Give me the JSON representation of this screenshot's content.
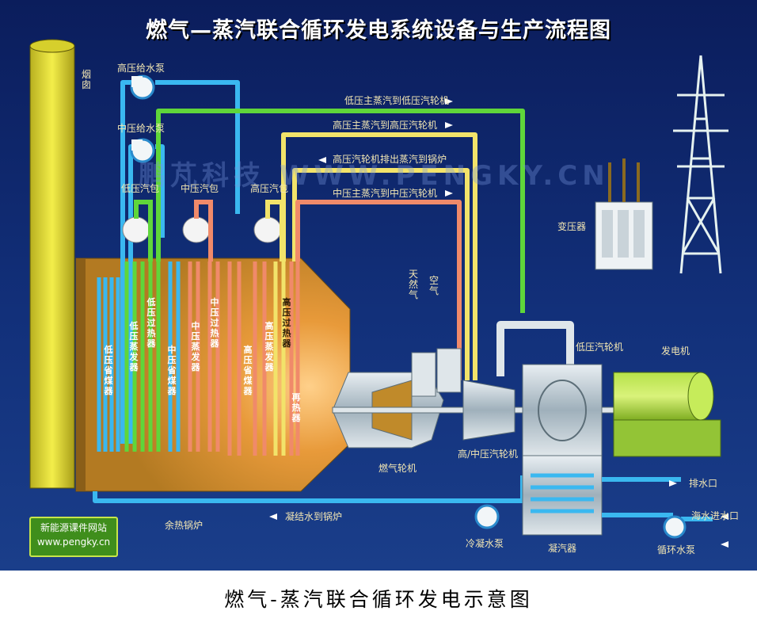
{
  "title": "燃气—蒸汽联合循环发电系统设备与生产流程图",
  "caption": "燃气-蒸汽联合循环发电示意图",
  "watermark": "鹏芃科技 WWW.PENGKY.CN",
  "site_badge": {
    "line1": "新能源课件网站",
    "line2": "www.pengky.cn"
  },
  "labels": {
    "chimney": "烟囱",
    "hp_feed_pump": "高压给水泵",
    "mp_feed_pump": "中压给水泵",
    "lp_drum": "低压汽包",
    "mp_drum": "中压汽包",
    "hp_drum": "高压汽包",
    "flow_lp_main": "低压主蒸汽到低压汽轮机",
    "flow_hp_main": "高压主蒸汽到高压汽轮机",
    "flow_hp_exhaust": "高压汽轮机排出蒸汽到锅炉",
    "flow_mp_main": "中压主蒸汽到中压汽轮机",
    "natural_gas": "天然气",
    "air": "空气",
    "transformer": "变压器",
    "lp_turbine": "低压汽轮机",
    "generator": "发电机",
    "gas_turbine": "燃气轮机",
    "hmp_turbine": "高/中压汽轮机",
    "hrsg": "余热锅炉",
    "condensate_flow": "凝结水到锅炉",
    "condensate_pump": "冷凝水泵",
    "condenser": "凝汽器",
    "drain_outlet": "排水口",
    "seawater_inlet": "海水进水口",
    "circ_pump": "循环水泵"
  },
  "coils": {
    "lp_economizer": "低压省煤器",
    "lp_evaporator": "低压蒸发器",
    "lp_superheater": "低压过热器",
    "mp_economizer": "中压省煤器",
    "mp_evaporator": "中压蒸发器",
    "mp_superheater": "中压过热器",
    "hp_economizer": "高压省煤器",
    "hp_evaporator": "高压蒸发器",
    "hp_superheater": "高压过热器",
    "reheater": "再热器"
  },
  "colors": {
    "background": "#12307a",
    "water_pipe": "#3ab8f0",
    "lp_steam": "#5fd63a",
    "mp_steam": "#f08a6a",
    "hp_steam": "#f2e36a",
    "hrsg_body": "#c08a2a",
    "chimney": "#e8e23a"
  }
}
